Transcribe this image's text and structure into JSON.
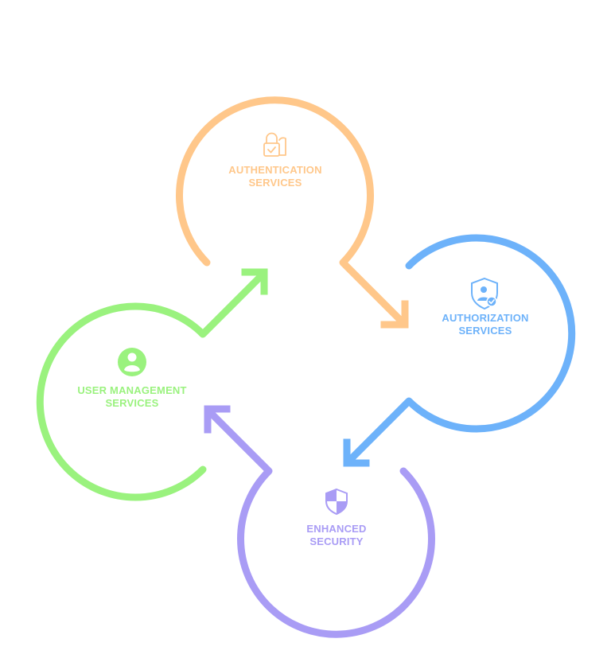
{
  "diagram": {
    "nodes": [
      {
        "id": "authentication",
        "line1": "AUTHENTICATION",
        "line2": "SERVICES",
        "color": "#FFC78A",
        "icon": "padlock-icon"
      },
      {
        "id": "authorization",
        "line1": "AUTHORIZATION",
        "line2": "SERVICES",
        "color": "#6DB2FA",
        "icon": "shield-user-check-icon"
      },
      {
        "id": "enhanced-security",
        "line1": "ENHANCED",
        "line2": "SECURITY",
        "color": "#A99CF5",
        "icon": "shield-icon"
      },
      {
        "id": "user-management",
        "line1": "USER MANAGEMENT",
        "line2": "SERVICES",
        "color": "#9AF27E",
        "icon": "user-circle-icon"
      }
    ],
    "flow": [
      "authentication → authorization",
      "authorization → enhanced-security",
      "enhanced-security → user-management",
      "user-management → authentication"
    ]
  }
}
